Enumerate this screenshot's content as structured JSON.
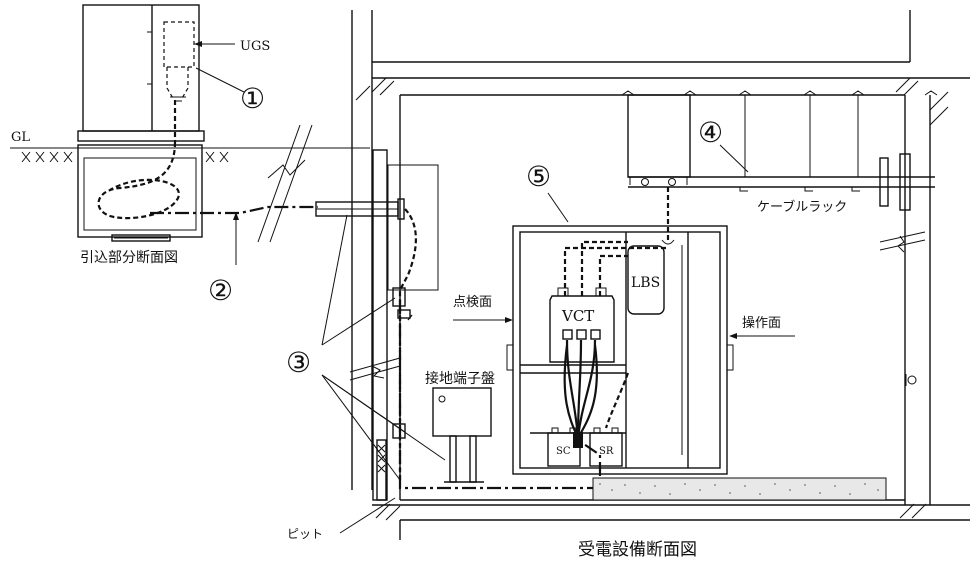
{
  "labels": {
    "ugs": "UGS",
    "gl": "GL",
    "marker1": "①",
    "marker2": "②",
    "marker3": "③",
    "marker4": "④",
    "marker5": "⑤",
    "entry_section": "引込部分断面図",
    "cable_rack": "ケーブルラック",
    "lbs": "LBS",
    "vct": "VCT",
    "inspection_side": "点検面",
    "operation_side": "操作面",
    "ground_terminal_panel": "接地端子盤",
    "sc": "SC",
    "sr": "SR",
    "pit": "ピット",
    "substation_section": "受電設備断面図"
  }
}
